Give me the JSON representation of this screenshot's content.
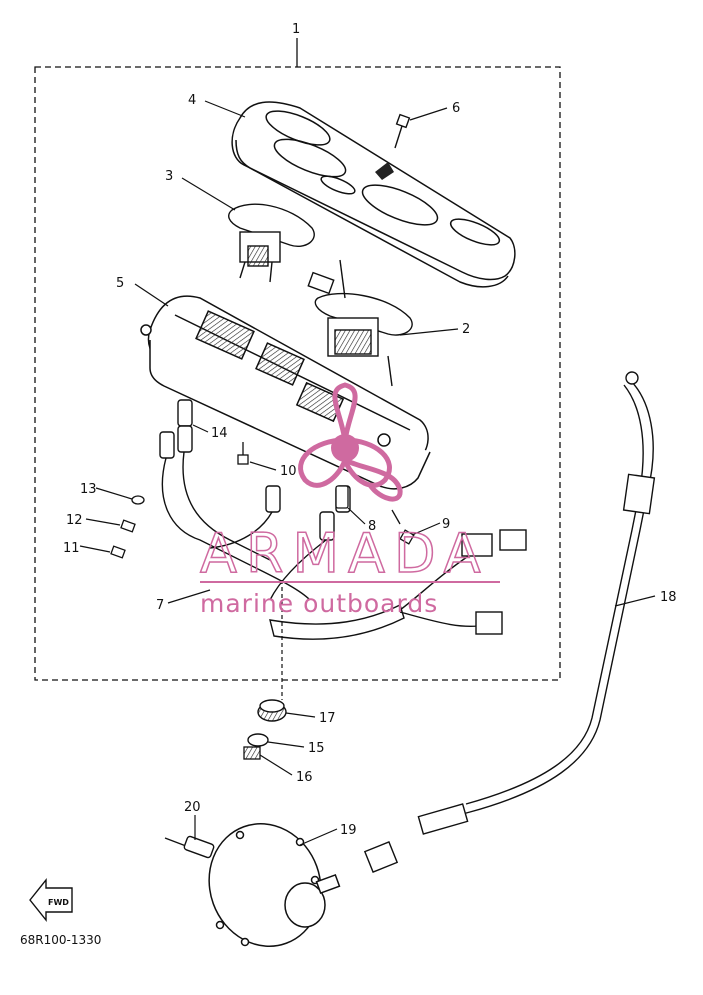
{
  "parts": [
    {
      "key": "p1",
      "number": "1"
    },
    {
      "key": "p2",
      "number": "2"
    },
    {
      "key": "p3",
      "number": "3"
    },
    {
      "key": "p4",
      "number": "4"
    },
    {
      "key": "p5",
      "number": "5"
    },
    {
      "key": "p6",
      "number": "6"
    },
    {
      "key": "p7",
      "number": "7"
    },
    {
      "key": "p8",
      "number": "8"
    },
    {
      "key": "p9",
      "number": "9"
    },
    {
      "key": "p10",
      "number": "10"
    },
    {
      "key": "p11",
      "number": "11"
    },
    {
      "key": "p12",
      "number": "12"
    },
    {
      "key": "p13",
      "number": "13"
    },
    {
      "key": "p14",
      "number": "14"
    },
    {
      "key": "p15",
      "number": "15"
    },
    {
      "key": "p16",
      "number": "16"
    },
    {
      "key": "p17",
      "number": "17"
    },
    {
      "key": "p18",
      "number": "18"
    },
    {
      "key": "p19",
      "number": "19"
    },
    {
      "key": "p20",
      "number": "20"
    }
  ],
  "diagram_code": "68R100-1330",
  "fwd_label": "FWD",
  "watermark": {
    "brand": "ARMADA",
    "tagline": "marine outboards",
    "color": "#cf6aa0"
  }
}
